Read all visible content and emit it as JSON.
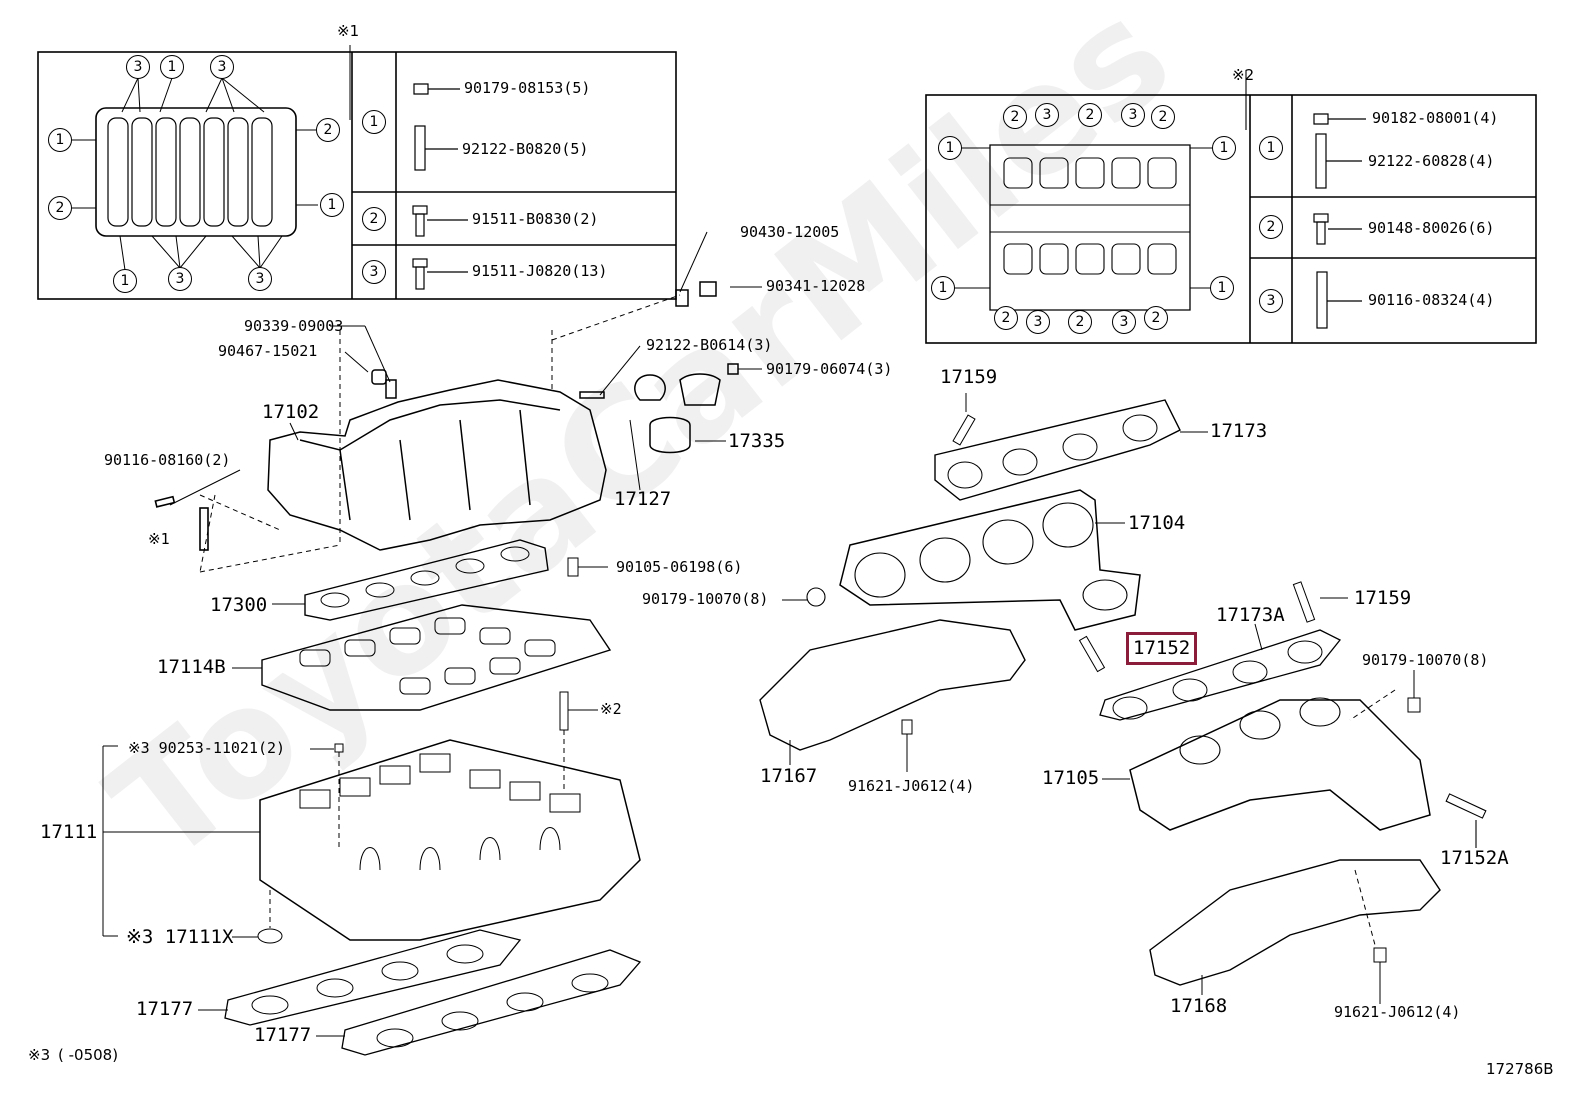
{
  "watermark": "ToyotaCarMiles",
  "figure_code": "172786B",
  "footnote": {
    "prefix": "※3",
    "text": "(    -0508)"
  },
  "callouts": {
    "ref1": "※1",
    "ref2": "※2",
    "n1": "1",
    "n2": "2",
    "n3": "3"
  },
  "table1": [
    {
      "key": "1",
      "parts": [
        "90179-08153(5)",
        "92122-B0820(5)"
      ]
    },
    {
      "key": "2",
      "parts": [
        "91511-B0830(2)"
      ]
    },
    {
      "key": "3",
      "parts": [
        "91511-J0820(13)"
      ]
    }
  ],
  "table2": [
    {
      "key": "1",
      "parts": [
        "90182-08001(4)",
        "92122-60828(4)"
      ]
    },
    {
      "key": "2",
      "parts": [
        "90148-80026(6)"
      ]
    },
    {
      "key": "3",
      "parts": [
        "90116-08324(4)"
      ]
    }
  ],
  "labels": {
    "p90430": "90430-12005",
    "p90341": "90341-12028",
    "p90339": "90339-09003",
    "p90467": "90467-15021",
    "p92122b0614": "92122-B0614(3)",
    "p90179_06074": "90179-06074(3)",
    "p17102": "17102",
    "p17335": "17335",
    "p17127": "17127",
    "p90116_08160": "90116-08160(2)",
    "p_ref1_side": "※1",
    "p90105": "90105-06198(6)",
    "p90179_10070a": "90179-10070(8)",
    "p17300": "17300",
    "p17114b": "17114B",
    "p_ref2_side": "※2",
    "p90253": "※3 90253-11021(2)",
    "p17111": "17111",
    "p17111x": "※3 17111X",
    "p17177a": "17177",
    "p17177b": "17177",
    "p17159a": "17159",
    "p17173": "17173",
    "p17104": "17104",
    "p17159b": "17159",
    "p17173a": "17173A",
    "p17152": "17152",
    "p90179_10070b": "90179-10070(8)",
    "p17167": "17167",
    "p91621a": "91621-J0612(4)",
    "p17105": "17105",
    "p17152a": "17152A",
    "p17168": "17168",
    "p91621b": "91621-J0612(4)"
  }
}
